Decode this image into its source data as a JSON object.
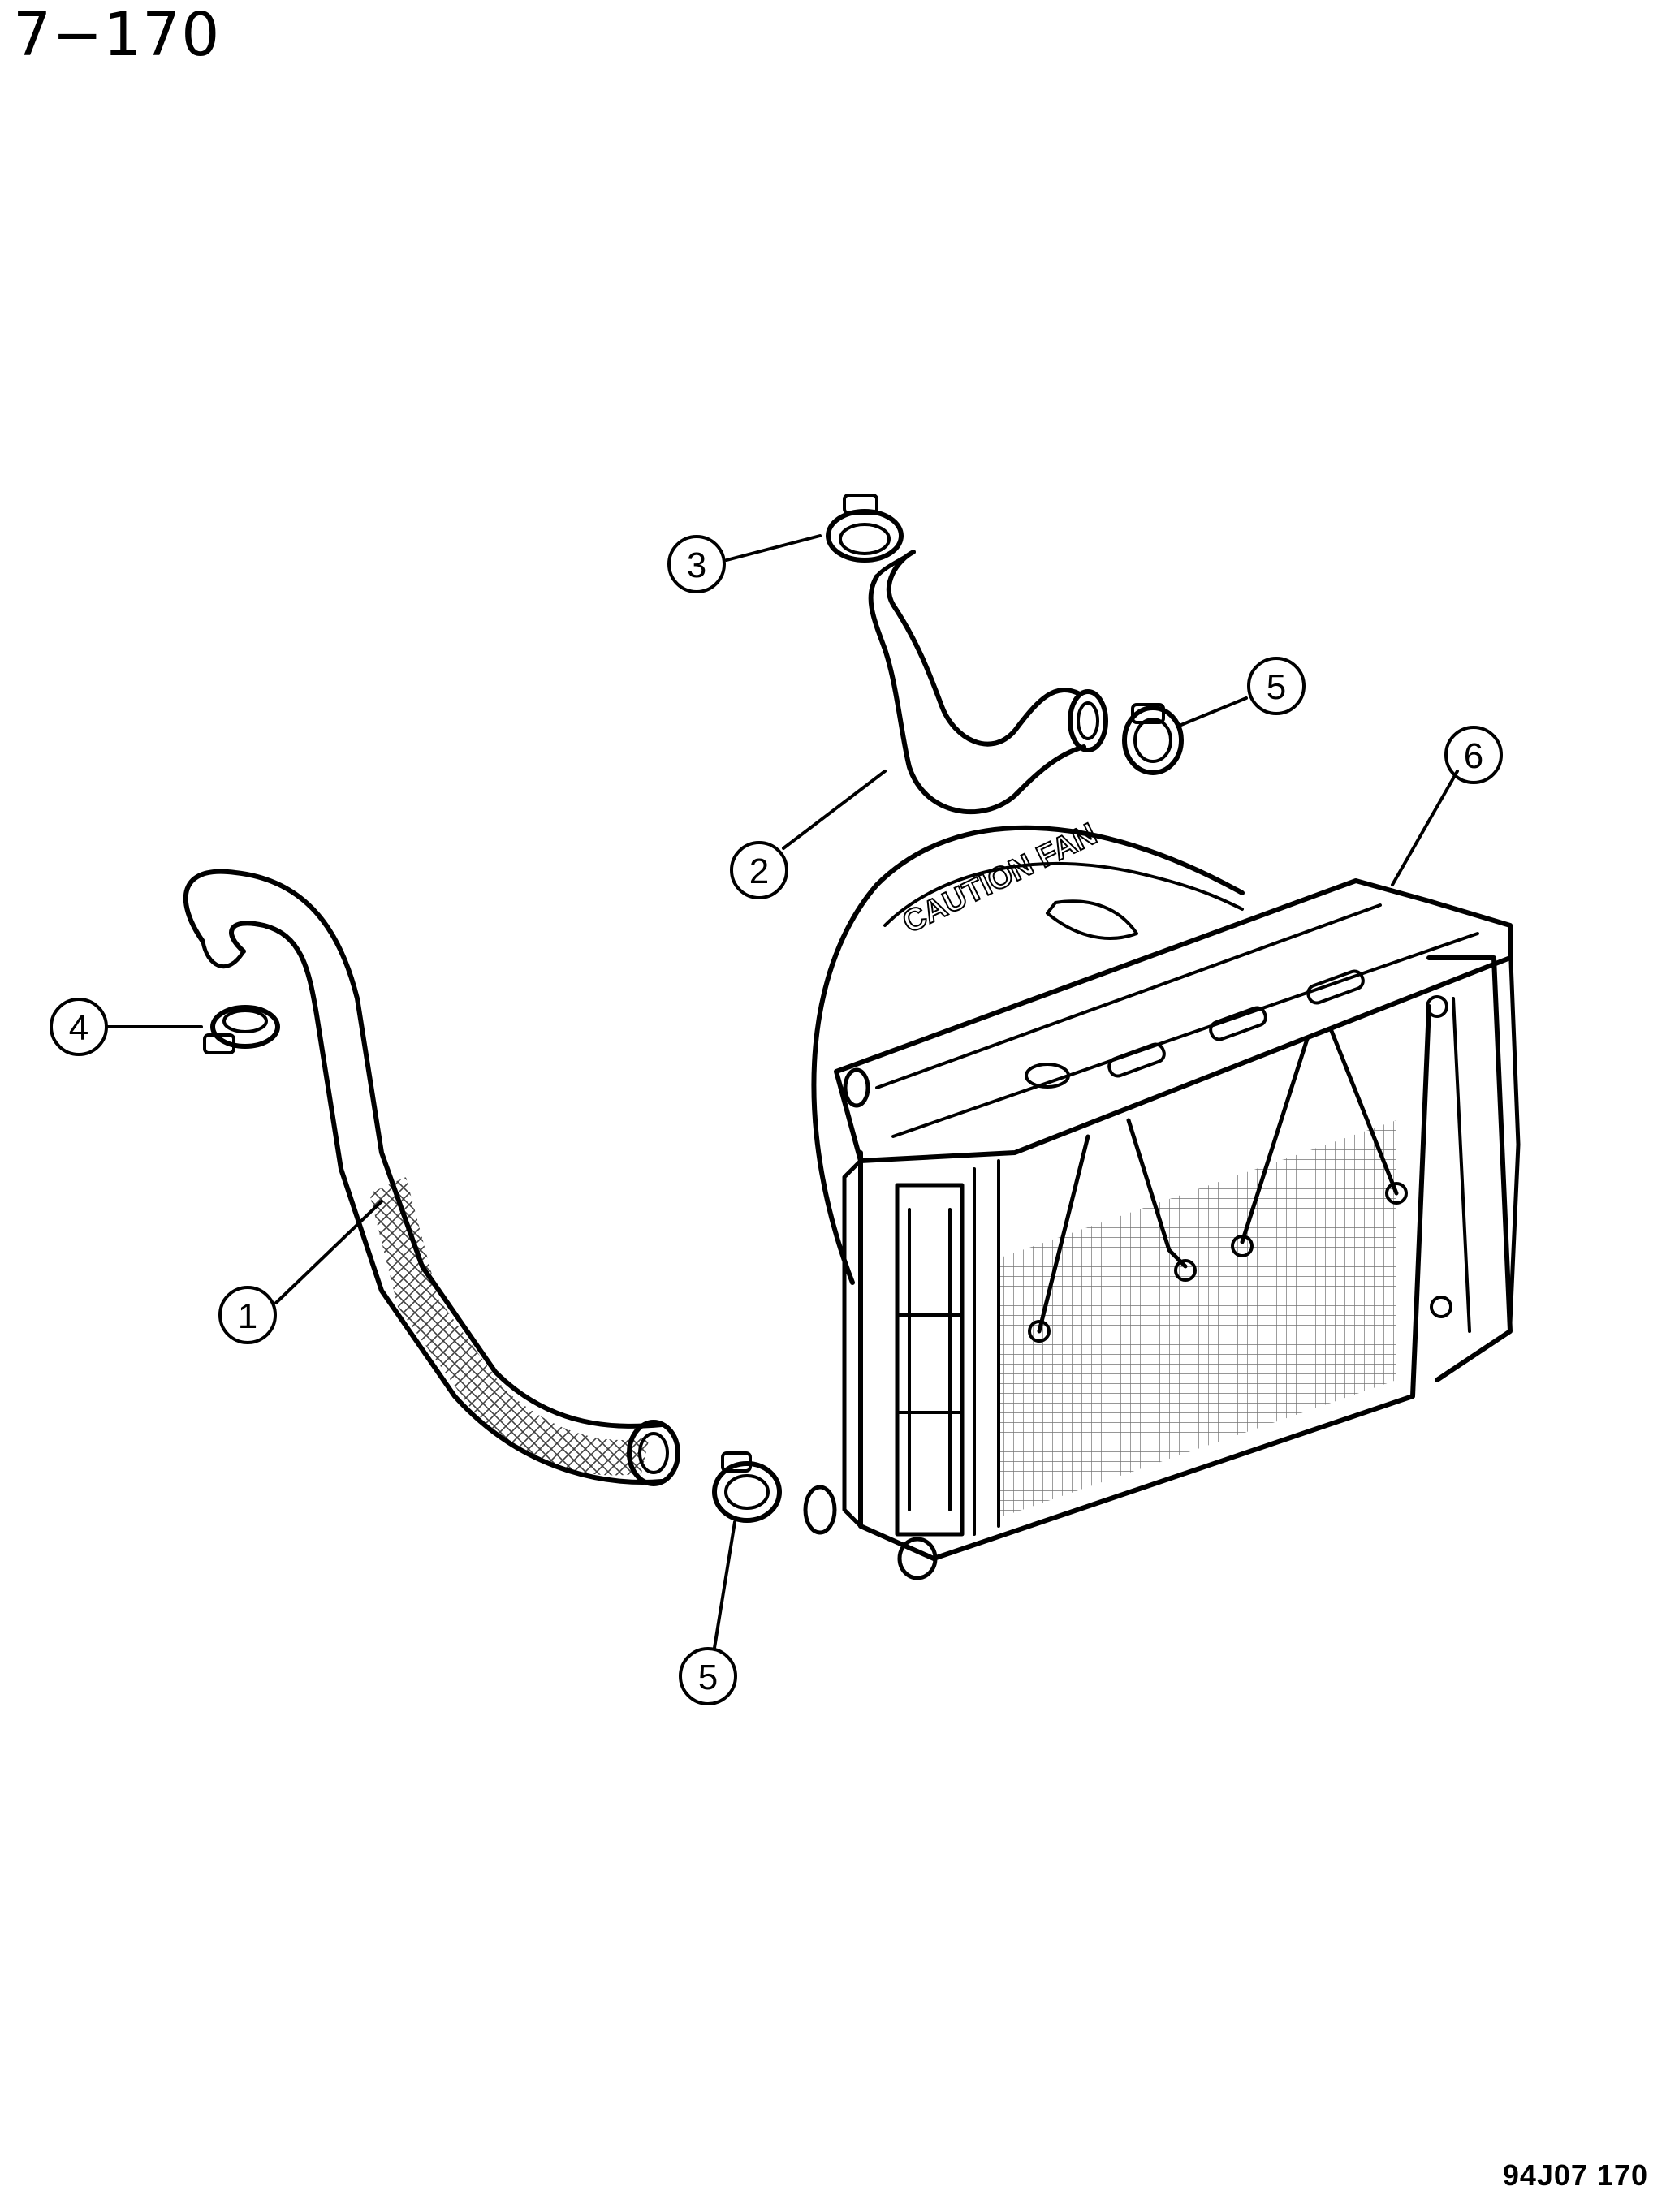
{
  "page_number": "7−170",
  "figure_code": "94J07  170",
  "radiator_label": "CAUTION FAN",
  "callouts": [
    {
      "id": "c1",
      "number": "1",
      "part": "lower-radiator-hose"
    },
    {
      "id": "c2",
      "number": "2",
      "part": "upper-radiator-hose"
    },
    {
      "id": "c3",
      "number": "3",
      "part": "upper-hose-clamp"
    },
    {
      "id": "c4",
      "number": "4",
      "part": "lower-hose-clamp"
    },
    {
      "id": "c5a",
      "number": "5",
      "part": "upper-hose-radiator-clamp"
    },
    {
      "id": "c5b",
      "number": "5",
      "part": "lower-hose-radiator-clamp"
    },
    {
      "id": "c6",
      "number": "6",
      "part": "radiator-assembly"
    }
  ]
}
